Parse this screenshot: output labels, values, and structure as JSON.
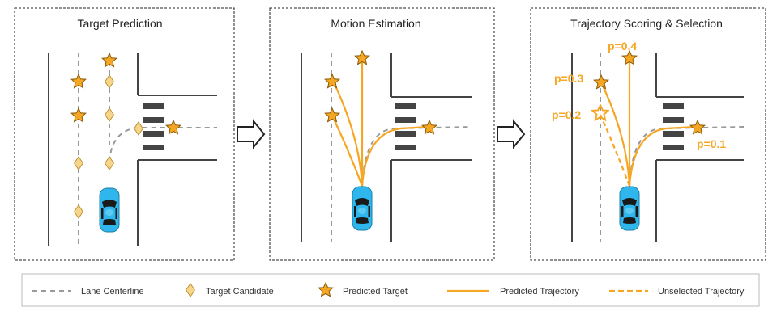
{
  "panels": [
    {
      "title": "Target Prediction"
    },
    {
      "title": "Motion Estimation"
    },
    {
      "title": "Trajectory Scoring & Selection"
    }
  ],
  "probabilities": {
    "p1": "p=0.4",
    "p2": "p=0.3",
    "p3": "p=0.2",
    "p4": "p=0.1"
  },
  "legend": {
    "lane_centerline": "Lane Centerline",
    "target_candidate": "Target Candidate",
    "predicted_target": "Predicted Target",
    "predicted_trajectory": "Predicted Trajectory",
    "unselected_trajectory": "Unselected Trajectory"
  },
  "colors": {
    "orange": "#f5a623",
    "candidate_fill": "#f7d58a",
    "car_blue": "#2fb6ec",
    "lane_gray": "#9a9a9a",
    "road_dark": "#444444"
  }
}
